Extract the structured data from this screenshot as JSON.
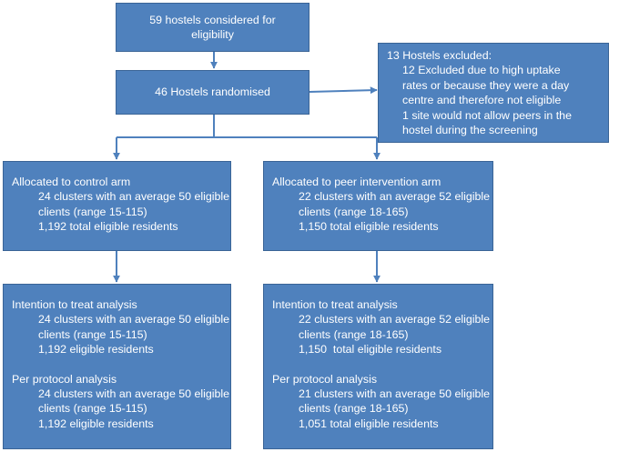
{
  "boxes": {
    "considered": {
      "lines": [
        "59 hostels considered for",
        "eligibility"
      ]
    },
    "randomised": {
      "text": "46 Hostels randomised"
    },
    "excluded": {
      "heading": "13 Hostels excluded:",
      "items": [
        "12 Excluded due to high uptake",
        "rates or because they were a day",
        "centre and therefore not eligible",
        "1 site would not allow peers in the",
        "hostel during the screening"
      ]
    },
    "control_arm": {
      "heading": "Allocated to control arm",
      "items": [
        "24 clusters with an average 50 eligible",
        "clients (range 15-115)",
        "1,192 total eligible residents"
      ]
    },
    "peer_arm": {
      "heading": "Allocated to peer intervention arm",
      "items": [
        "22 clusters with an average 52 eligible",
        "clients (range 18-165)",
        "1,150 total eligible residents"
      ]
    },
    "control_analysis": {
      "itt_heading": "Intention to treat analysis",
      "itt_items": [
        "24 clusters with an average 50 eligible",
        "clients (range 15-115)",
        "1,192 eligible residents"
      ],
      "pp_heading": "Per protocol analysis",
      "pp_items": [
        "24 clusters with an average 50 eligible",
        "clients (range 15-115)",
        "1,192 eligible residents"
      ]
    },
    "peer_analysis": {
      "itt_heading": "Intention to treat analysis",
      "itt_items": [
        "22 clusters with an average 52 eligible",
        "clients (range 18-165)",
        "1,150  total eligible residents"
      ],
      "pp_heading": "Per protocol analysis",
      "pp_items": [
        "21 clusters with an average 50 eligible",
        "clients (range 18-165)",
        "1,051 total eligible residents"
      ]
    }
  },
  "colors": {
    "box_fill": "#4f81bd",
    "box_border": "#3a6496",
    "text": "#ffffff",
    "connector": "#4f81bd"
  }
}
